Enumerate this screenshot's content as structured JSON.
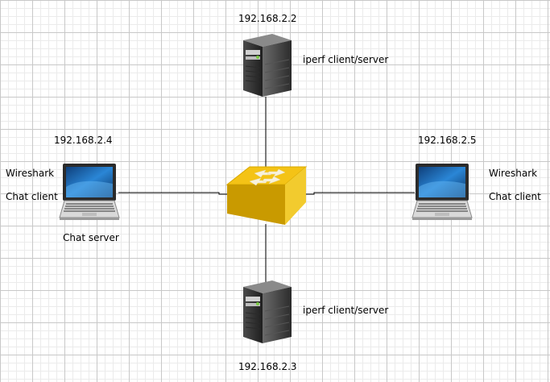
{
  "nodes": {
    "server_top": {
      "ip": "192.168.2.2",
      "roles": [
        "iperf client/server"
      ]
    },
    "server_bottom": {
      "ip": "192.168.2.3",
      "roles": [
        "iperf client/server"
      ]
    },
    "laptop_left": {
      "ip": "192.168.2.4",
      "roles": [
        "Wireshark",
        "Chat client",
        "Chat server"
      ]
    },
    "laptop_right": {
      "ip": "192.168.2.5",
      "roles": [
        "Wireshark",
        "Chat client"
      ]
    },
    "switch": {}
  },
  "colors": {
    "switch_top": "#f5c518",
    "switch_side": "#c79a00",
    "server_body": "#3a3a3a",
    "laptop_screen": "#1e6fb8",
    "wire": "#000000"
  }
}
